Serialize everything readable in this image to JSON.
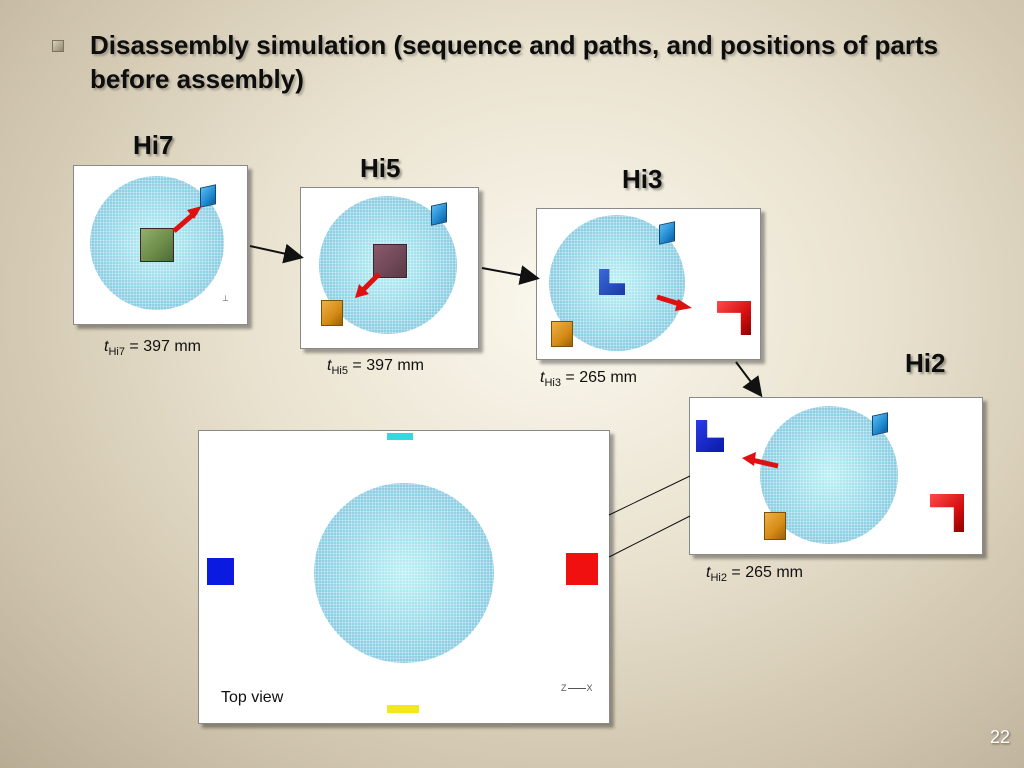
{
  "slide": {
    "title": "Disassembly simulation (sequence and paths, and positions of parts before assembly)",
    "page_number": "22"
  },
  "stages": [
    {
      "label": "Hi7",
      "t_var": "t",
      "t_sub": "Hi7",
      "t_value": "= 397 mm"
    },
    {
      "label": "Hi5",
      "t_var": "t",
      "t_sub": "Hi5",
      "t_value": "= 397 mm"
    },
    {
      "label": "Hi3",
      "t_var": "t",
      "t_sub": "Hi3",
      "t_value": "= 265 mm"
    },
    {
      "label": "Hi2",
      "t_var": "t",
      "t_sub": "Hi2",
      "t_value": "= 265 mm"
    }
  ],
  "top_view": {
    "label": "Top view",
    "axis_z": "Z",
    "axis_x": "X"
  },
  "colors": {
    "sphere": "#8fd3e6",
    "blue_part": "#1f8ad0",
    "orange_part": "#d48a14",
    "red_part": "#d40f0f",
    "arrow": "#e01010"
  }
}
